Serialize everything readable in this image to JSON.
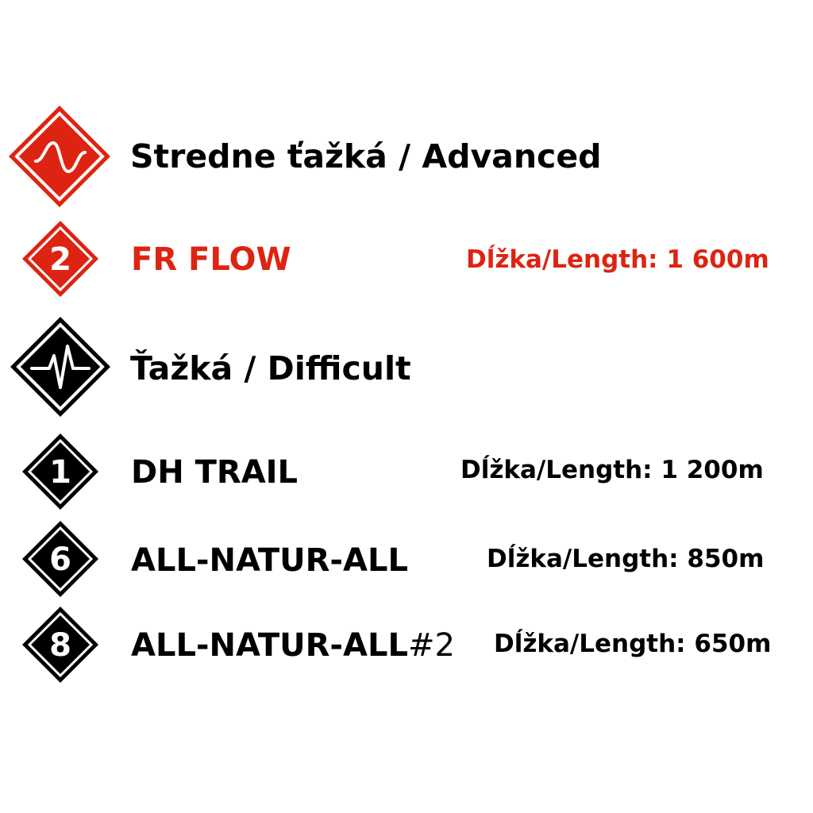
{
  "colors": {
    "red": "#dd2412",
    "black": "#000000",
    "white": "#ffffff"
  },
  "sections": [
    {
      "label": "Stredne ťažká / Advanced",
      "icon": "wave-icon",
      "color": "#dd2412"
    },
    {
      "label": "Ťažká / Difficult",
      "icon": "heartbeat-icon",
      "color": "#000000"
    }
  ],
  "trails": [
    {
      "number": "2",
      "name": "FR FLOW",
      "name_suffix": "",
      "length": "Dĺžka/Length: 1 600m",
      "color": "#dd2412"
    },
    {
      "number": "1",
      "name": "DH TRAIL",
      "name_suffix": "",
      "length": "Dĺžka/Length: 1 200m",
      "color": "#000000"
    },
    {
      "number": "6",
      "name": "ALL-NATUR-ALL",
      "name_suffix": "",
      "length": "Dĺžka/Length: 850m",
      "color": "#000000"
    },
    {
      "number": "8",
      "name": "ALL-NATUR-ALL",
      "name_suffix": "#2",
      "length": "Dĺžka/Length: 650m",
      "color": "#000000"
    }
  ]
}
